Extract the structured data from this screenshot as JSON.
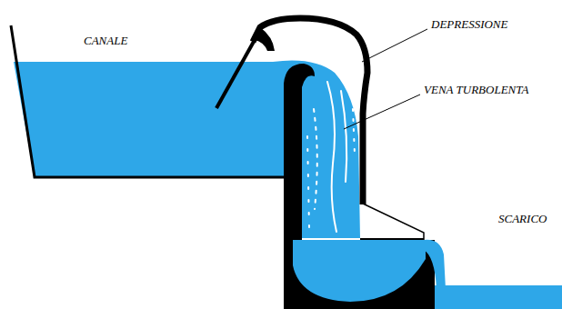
{
  "diagram": {
    "labels": [
      "CANALE",
      "DEPRESSIONE",
      "VENA TURBOLENTA",
      "SCARICO"
    ]
  }
}
